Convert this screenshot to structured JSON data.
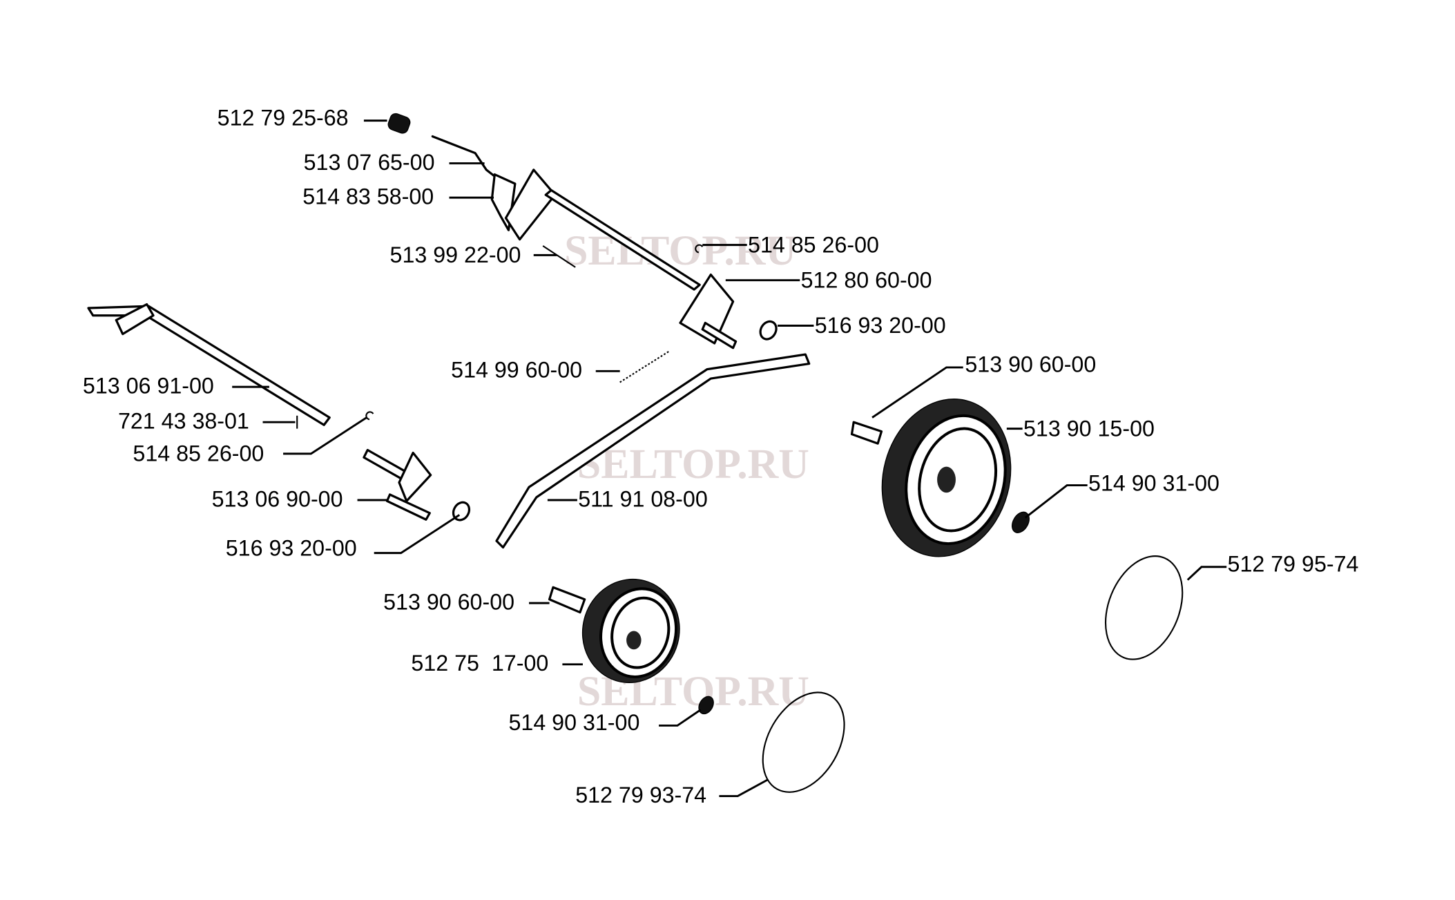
{
  "watermark": "SELTOP.RU",
  "labels": {
    "cap": "512 79 25-68",
    "lever": "513 07 65-00",
    "plate": "514 83 58-00",
    "pin_top": "513 99 22-00",
    "clip_top": "514 85 26-00",
    "axle_bracket": "512 80 60-00",
    "washer_top": "516 93 20-00",
    "spring": "514 99 60-00",
    "rear_axle": "513 06 91-00",
    "roll_pin": "721 43 38-01",
    "clip_left": "514 85 26-00",
    "bracket_left": "513 06 90-00",
    "washer_left": "516 93 20-00",
    "link_rod": "511 91 08-00",
    "bolt_right": "513 90 60-00",
    "wheel_large": "513 90 15-00",
    "nut_right": "514 90 31-00",
    "hubcap_large": "512 79 95-74",
    "bolt_lower": "513 90 60-00",
    "wheel_small": "512 75  17-00",
    "nut_lower": "514 90 31-00",
    "hubcap_small": "512 79 93-74"
  }
}
